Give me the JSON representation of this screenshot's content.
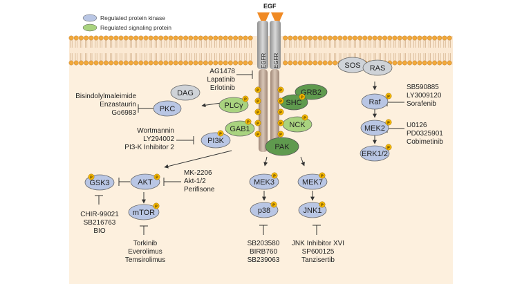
{
  "legend": {
    "kinase": "Regulated protein kinase",
    "signaling": "Regulated signaling protein",
    "kinase_color": "#b9c6e4",
    "signaling_color": "#a9d37f"
  },
  "ligand": "EGF",
  "receptor": [
    "EGFR",
    "EGFR"
  ],
  "colors": {
    "membrane_bg": "#fbe9d3",
    "cytoplasm_bg": "#fdf0de",
    "kinase_fill": "#b9c6e4",
    "signaling_fill": "#a9d37f",
    "dark_signaling_fill": "#5f9a4e",
    "gray_fill": "#cfd3d8",
    "phospho": "#f5b800",
    "egf_orange": "#f08a24"
  },
  "phospho_label": "P",
  "nodes": {
    "sos": "SOS",
    "ras": "RAS",
    "raf": "Raf",
    "mek2": "MEK2",
    "erk": "ERK1/2",
    "dag": "DAG",
    "pkc": "PKC",
    "plcg": "PLCγ",
    "grb2": "GRB2",
    "shc": "SHC",
    "nck": "NCK",
    "gab1": "GAB1",
    "pi3k": "PI3K",
    "pak": "PAK",
    "akt": "AKT",
    "gsk3": "GSK3",
    "mtor": "mTOR",
    "mek3": "MEK3",
    "p38": "p38",
    "mek7": "MEK7",
    "jnk1": "JNK1"
  },
  "inhibitors": {
    "egfr": [
      "AG1478",
      "Lapatinib",
      "Erlotinib"
    ],
    "raf": [
      "SB590885",
      "LY3009120",
      "Sorafenib"
    ],
    "mek2": [
      "U0126",
      "PD0325901",
      "Cobimetinib"
    ],
    "pkc": [
      "Bisindolylmaleimide",
      "Enzastaurin",
      "Go6983"
    ],
    "pi3k": [
      "Wortmannin",
      "LY294002",
      "PI3-K Inhibitor 2"
    ],
    "akt": [
      "MK-2206",
      "Akt-1/2",
      "Perifisone"
    ],
    "gsk3": [
      "CHIR-99021",
      "SB216763",
      "BIO"
    ],
    "mtor": [
      "Torkinib",
      "Everolimus",
      "Temsirolimus"
    ],
    "p38": [
      "SB203580",
      "BIRB760",
      "SB239063"
    ],
    "jnk1": [
      "JNK Inhibitor XVI",
      "SP600125",
      "Tanzisertib"
    ]
  }
}
